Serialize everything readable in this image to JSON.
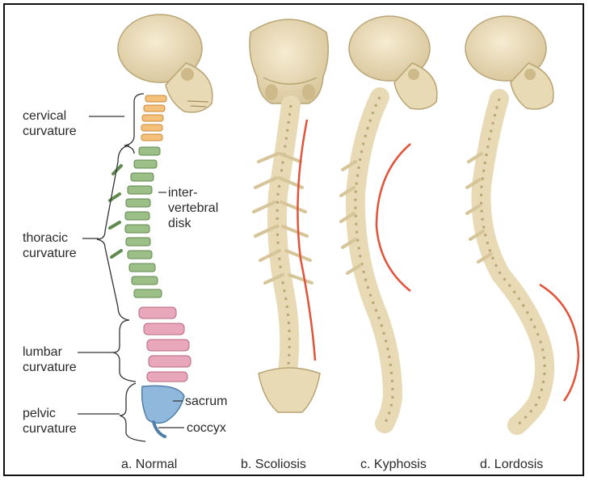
{
  "labels": {
    "cervical": [
      "cervical",
      "curvature"
    ],
    "thoracic": [
      "thoracic",
      "curvature"
    ],
    "lumbar": [
      "lumbar",
      "curvature"
    ],
    "pelvic": [
      "pelvic",
      "curvature"
    ],
    "intervertebral": [
      "inter-",
      "vertebral",
      "disk"
    ],
    "sacrum": "sacrum",
    "coccyx": "coccyx"
  },
  "captions": {
    "normal": "a. Normal",
    "scoliosis": "b. Scoliosis",
    "kyphosis": "c. Kyphosis",
    "lordosis": "d. Lordosis"
  },
  "colors": {
    "bone": "#efe3c2",
    "bone_edge": "#b9a474",
    "cervical": "#f4c07a",
    "thoracic": "#9cbf88",
    "lumbar": "#e9a7bb",
    "pelvic": "#8fb8dc",
    "curve_marker": "#e2533a"
  }
}
